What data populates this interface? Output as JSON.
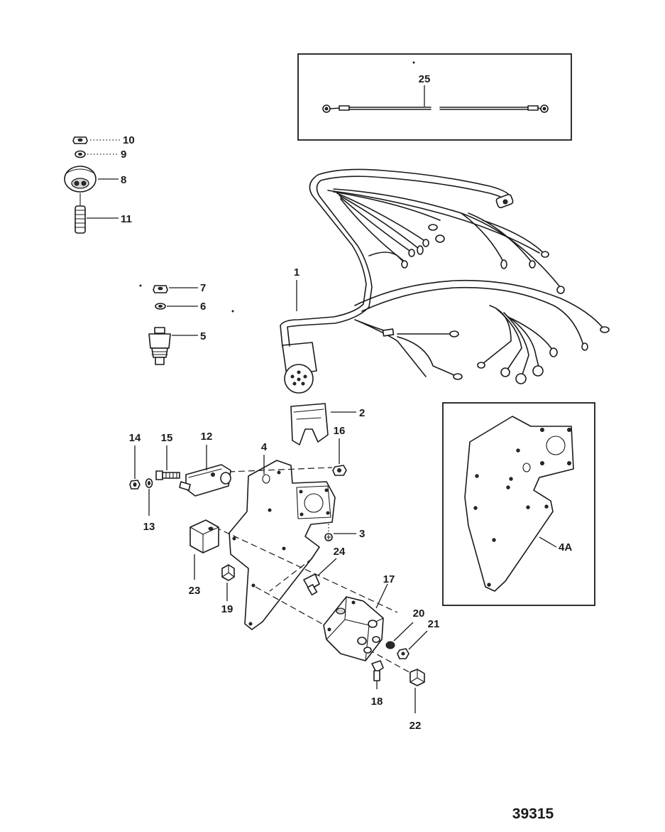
{
  "figure_number": "39315",
  "callouts": {
    "c1": "1",
    "c2": "2",
    "c3": "3",
    "c4": "4",
    "c4a": "4A",
    "c5": "5",
    "c6": "6",
    "c7": "7",
    "c8": "8",
    "c9": "9",
    "c10": "10",
    "c11": "11",
    "c12": "12",
    "c13": "13",
    "c14": "14",
    "c15": "15",
    "c16": "16",
    "c17": "17",
    "c18": "18",
    "c19": "19",
    "c20": "20",
    "c21": "21",
    "c22": "22",
    "c23": "23",
    "c24": "24",
    "c25": "25"
  }
}
